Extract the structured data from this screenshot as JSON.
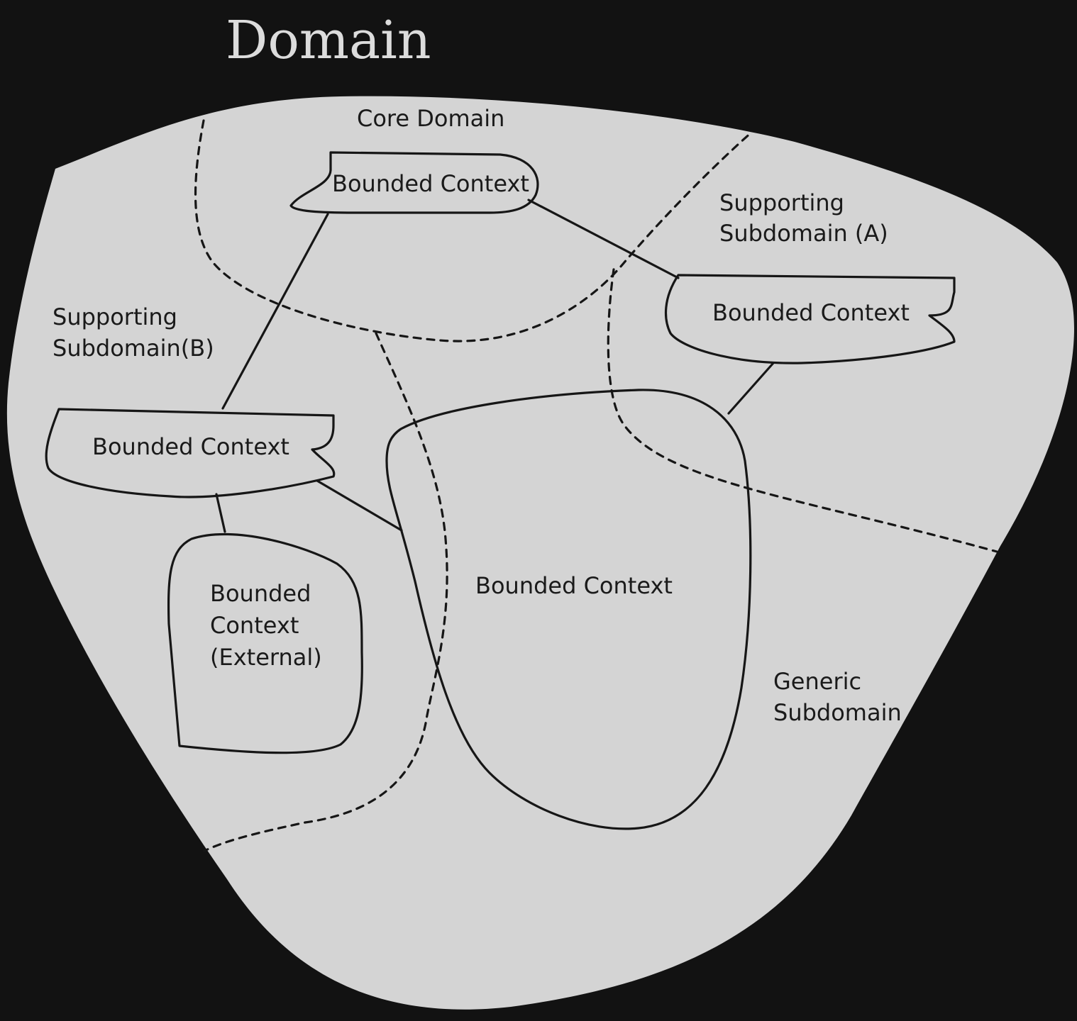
{
  "title": "Domain",
  "colors": {
    "background": "#121212",
    "domain_fill": "#d4d4d4",
    "ink": "#161616",
    "title_text": "#dcdcdc"
  },
  "regions": {
    "core": "Core Domain",
    "supporting_a": [
      "Supporting",
      "Subdomain (A)"
    ],
    "supporting_b": [
      "Supporting",
      "Subdomain(B)"
    ],
    "generic": [
      "Generic",
      "Subdomain"
    ]
  },
  "contexts": {
    "core": "Bounded Context",
    "supporting_a": "Bounded Context",
    "supporting_b": "Bounded Context",
    "external": [
      "Bounded",
      "Context",
      "(External)"
    ],
    "large": "Bounded Context"
  }
}
